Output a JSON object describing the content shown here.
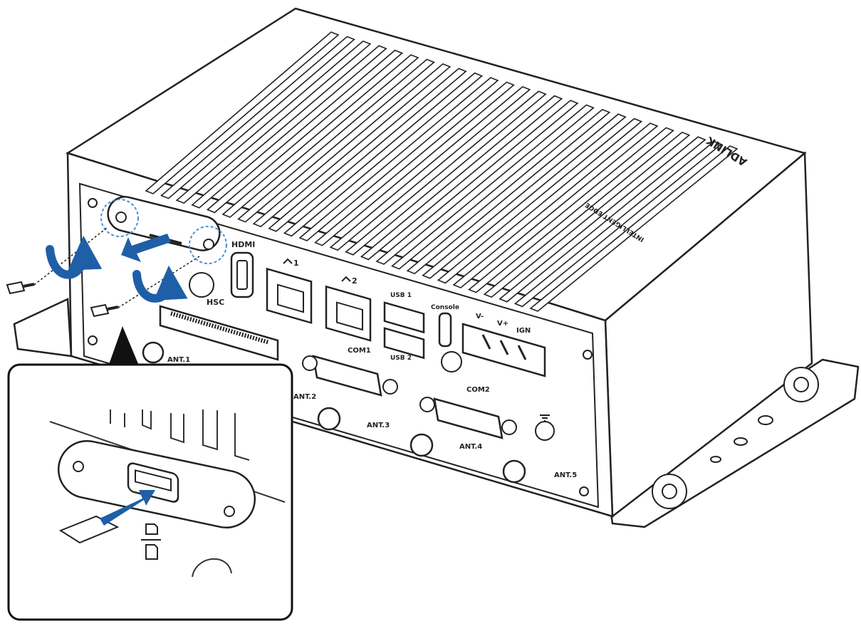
{
  "device": {
    "brand_mark": "ADLINK",
    "side_text": "INTELLIGENT EDGE",
    "colors": {
      "outline": "#222222",
      "arrow": "#1f5fa8",
      "panel_face": "#ffffff"
    }
  },
  "port_labels": {
    "hdmi": "HDMI",
    "lan1": "1",
    "lan2": "2",
    "hsc": "HSC",
    "usb1": "USB 1",
    "usb2": "USB 2",
    "console": "Console",
    "vminus": "V-",
    "vplus": "V+",
    "ign": "IGN",
    "com1": "COM1",
    "com2": "COM2",
    "ant1": "ANT.1",
    "ant2": "ANT.2",
    "ant3": "ANT.3",
    "ant4": "ANT.4",
    "ant5": "ANT.5"
  },
  "icons": [
    "network-icon",
    "sd-card-icon",
    "ground-icon",
    "rotate-arrow-icon",
    "insert-arrow-icon"
  ]
}
